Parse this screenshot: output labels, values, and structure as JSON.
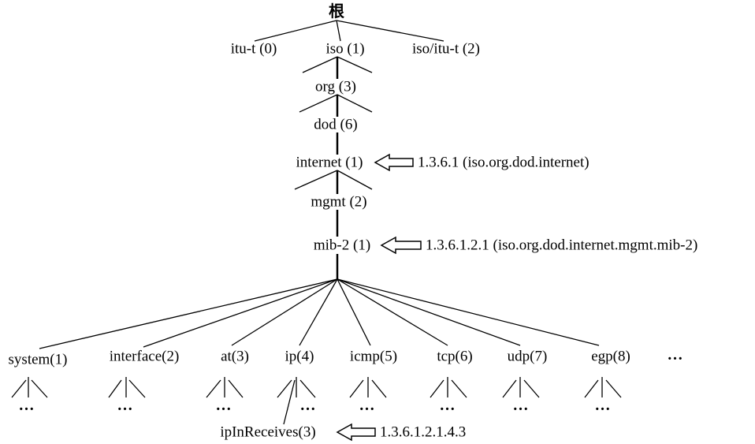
{
  "tree": {
    "root": "根",
    "level1": [
      "itu-t (0)",
      "iso (1)",
      "iso/itu-t (2)"
    ],
    "org": "org (3)",
    "dod": "dod (6)",
    "internet": "internet (1)",
    "mgmt": "mgmt (2)",
    "mib2": "mib-2 (1)",
    "mib2_children": [
      "system(1)",
      "interface(2)",
      "at(3)",
      "ip(4)",
      "icmp(5)",
      "tcp(6)",
      "udp(7)",
      "egp(8)"
    ],
    "more_children": "…",
    "ellipsis": "…",
    "ip_child": "ipInReceives(3)"
  },
  "annotations": {
    "internet_oid": "1.3.6.1 (iso.org.dod.internet)",
    "mib2_oid": "1.3.6.1.2.1 (iso.org.dod.internet.mgmt.mib-2)",
    "ipinreceives_oid": "1.3.6.1.2.1.4.3"
  }
}
